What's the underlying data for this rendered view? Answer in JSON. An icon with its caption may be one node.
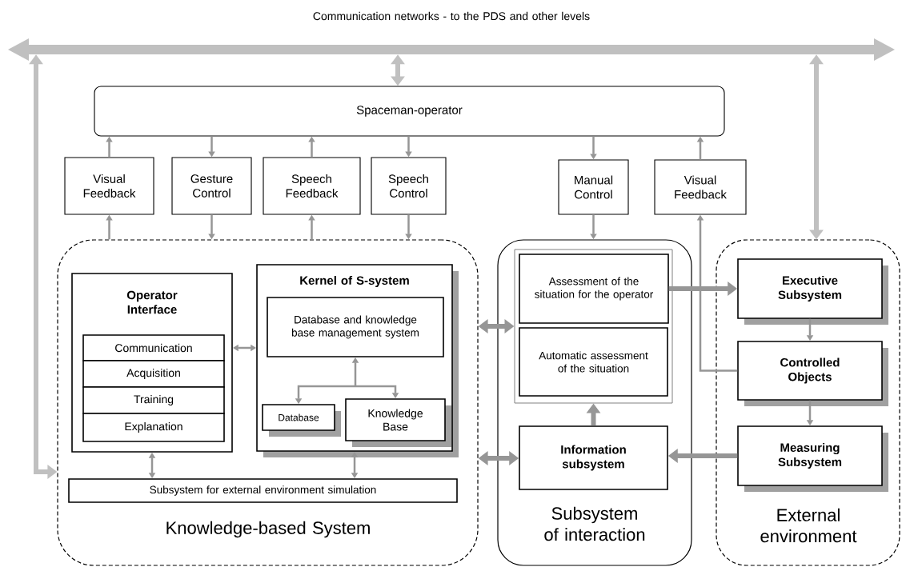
{
  "diagram": {
    "nodes": [
      {
        "text": [
          "Communication networks - to the PDS and other levels"
        ]
      },
      {
        "text": [
          "Spaceman-operator"
        ]
      },
      {
        "text": [
          "Visual Feedback"
        ]
      },
      {
        "text": [
          "Gesture Control"
        ]
      },
      {
        "text": [
          "Speech Feedback"
        ]
      },
      {
        "text": [
          "Speech Control"
        ]
      },
      {
        "text": [
          "Manual Control"
        ]
      },
      {
        "text": [
          "Visual Feedback"
        ]
      },
      {
        "text": [
          "Knowledge-based System"
        ]
      },
      {
        "text": [
          "Operator Interface"
        ],
        "in": 8
      },
      {
        "text": [
          "Communication"
        ],
        "in": 9
      },
      {
        "text": [
          "Acquisition"
        ],
        "in": 9
      },
      {
        "text": [
          "Training"
        ],
        "in": 9
      },
      {
        "text": [
          "Explanation"
        ],
        "in": 9
      },
      {
        "text": [
          "Kernel of S-system"
        ],
        "in": 8
      },
      {
        "text": [
          "Database and knowledge base management system"
        ],
        "in": 14
      },
      {
        "text": [
          "Database"
        ],
        "in": 14
      },
      {
        "text": [
          "Knowledge Base"
        ],
        "in": 14
      },
      {
        "text": [
          "Subsystem for external environment simulation"
        ],
        "in": 8
      },
      {
        "text": [
          "Subsystem of interaction"
        ]
      },
      {
        "text": [],
        "shape": "box",
        "in": 19
      },
      {
        "text": [
          "Assessment of the situation for the operator"
        ],
        "in": 20
      },
      {
        "text": [
          "Automatic assessment of the situation"
        ],
        "in": 20
      },
      {
        "text": [
          "Information subsystem"
        ],
        "in": 19
      },
      {
        "text": [
          "External environment"
        ]
      },
      {
        "text": [
          "Executive Subsystem"
        ],
        "in": 24
      },
      {
        "text": [
          "Controlled Objects"
        ],
        "in": 24
      },
      {
        "text": [
          "Measuring Subsystem"
        ],
        "in": 24
      }
    ],
    "edges": [
      {
        "from": 0,
        "to": 1,
        "arrow": "both",
        "style": "thick",
        "color": "#c0c0c0"
      },
      {
        "from": 0,
        "to": 8,
        "arrow": "both",
        "style": "thick",
        "color": "#c0c0c0"
      },
      {
        "from": 0,
        "to": 24,
        "arrow": "both",
        "style": "thick",
        "color": "#c0c0c0"
      },
      {
        "from": 2,
        "to": 1,
        "arrow": "to"
      },
      {
        "from": 1,
        "to": 3,
        "arrow": "to"
      },
      {
        "from": 4,
        "to": 1,
        "arrow": "to"
      },
      {
        "from": 1,
        "to": 5,
        "arrow": "to"
      },
      {
        "from": 1,
        "to": 6,
        "arrow": "to"
      },
      {
        "from": 7,
        "to": 1,
        "arrow": "to"
      },
      {
        "from": 8,
        "to": 2,
        "arrow": "to"
      },
      {
        "from": 3,
        "to": 8,
        "arrow": "to"
      },
      {
        "from": 8,
        "to": 4,
        "arrow": "to"
      },
      {
        "from": 5,
        "to": 8,
        "arrow": "to"
      },
      {
        "from": 6,
        "to": 19,
        "arrow": "to"
      },
      {
        "from": 26,
        "to": 7,
        "arrow": "to"
      },
      {
        "from": 9,
        "to": 14,
        "arrow": "both"
      },
      {
        "from": 16,
        "to": 15,
        "arrow": "both"
      },
      {
        "from": 17,
        "to": 15,
        "arrow": "both"
      },
      {
        "from": 9,
        "to": 18,
        "arrow": "both"
      },
      {
        "from": 14,
        "to": 18,
        "arrow": "both"
      },
      {
        "from": 8,
        "to": 20,
        "arrow": "both",
        "style": "thick"
      },
      {
        "from": 8,
        "to": 23,
        "arrow": "both",
        "style": "thick"
      },
      {
        "from": 23,
        "to": 20,
        "arrow": "to",
        "style": "thick"
      },
      {
        "from": 21,
        "to": 25,
        "arrow": "to",
        "style": "thick"
      },
      {
        "from": 25,
        "to": 26,
        "arrow": "to"
      },
      {
        "from": 26,
        "to": 27,
        "arrow": "to"
      },
      {
        "from": 27,
        "to": 23,
        "arrow": "to",
        "style": "thick"
      }
    ]
  }
}
